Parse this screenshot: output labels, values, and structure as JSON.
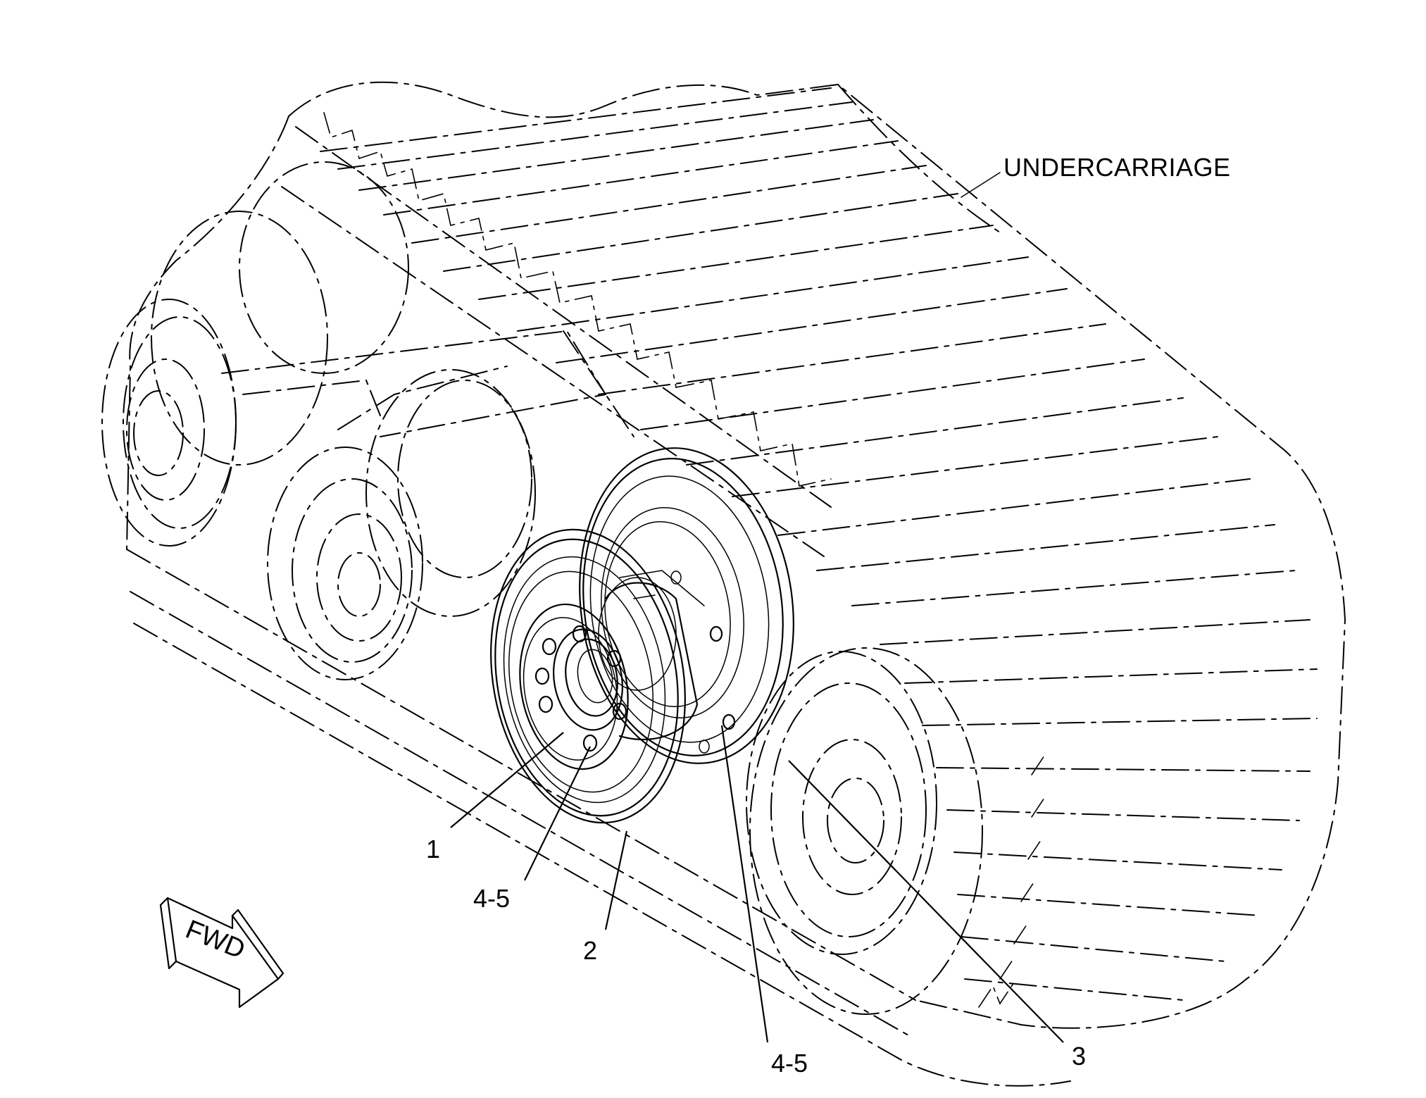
{
  "diagram": {
    "assembly_label": "UNDERCARRIAGE",
    "direction_label": "FWD",
    "callouts": [
      {
        "id": "c1",
        "text": "1"
      },
      {
        "id": "c2",
        "text": "2"
      },
      {
        "id": "c3",
        "text": "3"
      },
      {
        "id": "c45a",
        "text": "4-5"
      },
      {
        "id": "c45b",
        "text": "4-5"
      }
    ]
  }
}
